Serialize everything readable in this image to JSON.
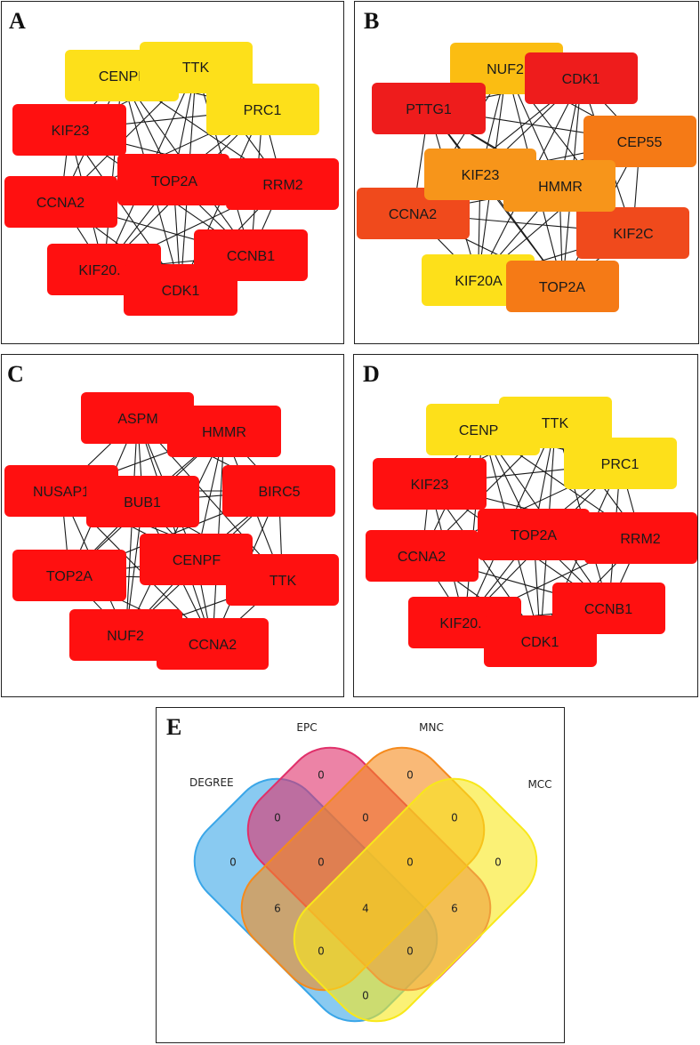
{
  "panels": {
    "a": {
      "label": "A",
      "colors": {
        "red": "#ff1010",
        "yellow": "#fde01a"
      },
      "nodes": [
        {
          "id": "CENPF",
          "label": "CENPF",
          "color": "yellow"
        },
        {
          "id": "TTK",
          "label": "TTK",
          "color": "yellow"
        },
        {
          "id": "PRC1",
          "label": "PRC1",
          "color": "yellow"
        },
        {
          "id": "KIF23",
          "label": "KIF23",
          "color": "red"
        },
        {
          "id": "TOP2A",
          "label": "TOP2A",
          "color": "red"
        },
        {
          "id": "RRM2",
          "label": "RRM2",
          "color": "red"
        },
        {
          "id": "CCNA2",
          "label": "CCNA2",
          "color": "red"
        },
        {
          "id": "CCNB1",
          "label": "CCNB1",
          "color": "red"
        },
        {
          "id": "KIF20A",
          "label": "KIF20.",
          "color": "red"
        },
        {
          "id": "CDK1",
          "label": "CDK1",
          "color": "red"
        }
      ]
    },
    "b": {
      "label": "B",
      "colors": {
        "red": "#ee1c1c",
        "orange_red": "#f04a1c",
        "orange": "#f57a16",
        "light_orange": "#f7951a",
        "amber": "#fbbd12",
        "yellow": "#fde01a"
      },
      "nodes": [
        {
          "id": "NUF2",
          "label": "NUF2",
          "color": "amber"
        },
        {
          "id": "CDK1",
          "label": "CDK1",
          "color": "red"
        },
        {
          "id": "PTTG1",
          "label": "PTTG1",
          "color": "red"
        },
        {
          "id": "CEP55",
          "label": "CEP55",
          "color": "orange"
        },
        {
          "id": "KIF23",
          "label": "KIF23",
          "color": "light_orange"
        },
        {
          "id": "HMMR",
          "label": "HMMR",
          "color": "light_orange"
        },
        {
          "id": "CCNA2",
          "label": "CCNA2",
          "color": "orange_red"
        },
        {
          "id": "KIF2C",
          "label": "KIF2C",
          "color": "orange_red"
        },
        {
          "id": "KIF20A",
          "label": "KIF20A",
          "color": "yellow"
        },
        {
          "id": "TOP2A",
          "label": "TOP2A",
          "color": "orange"
        }
      ]
    },
    "c": {
      "label": "C",
      "colors": {
        "red": "#ff1010"
      },
      "nodes": [
        {
          "id": "ASPM",
          "label": "ASPM",
          "color": "red"
        },
        {
          "id": "HMMR",
          "label": "HMMR",
          "color": "red"
        },
        {
          "id": "NUSAP1",
          "label": "NUSAP1",
          "color": "red"
        },
        {
          "id": "BUB1",
          "label": "BUB1",
          "color": "red"
        },
        {
          "id": "BIRC5",
          "label": "BIRC5",
          "color": "red"
        },
        {
          "id": "TOP2A",
          "label": "TOP2A",
          "color": "red"
        },
        {
          "id": "CENPF",
          "label": "CENPF",
          "color": "red"
        },
        {
          "id": "TTK",
          "label": "TTK",
          "color": "red"
        },
        {
          "id": "NUF2",
          "label": "NUF2",
          "color": "red"
        },
        {
          "id": "CCNA2",
          "label": "CCNA2",
          "color": "red"
        }
      ]
    },
    "d": {
      "label": "D",
      "colors": {
        "red": "#ff1010",
        "yellow": "#fde01a"
      },
      "nodes": [
        {
          "id": "CENPF",
          "label": "CENPF",
          "color": "yellow"
        },
        {
          "id": "TTK",
          "label": "TTK",
          "color": "yellow"
        },
        {
          "id": "PRC1",
          "label": "PRC1",
          "color": "yellow"
        },
        {
          "id": "KIF23",
          "label": "KIF23",
          "color": "red"
        },
        {
          "id": "TOP2A",
          "label": "TOP2A",
          "color": "red"
        },
        {
          "id": "RRM2",
          "label": "RRM2",
          "color": "red"
        },
        {
          "id": "CCNA2",
          "label": "CCNA2",
          "color": "red"
        },
        {
          "id": "CCNB1",
          "label": "CCNB1",
          "color": "red"
        },
        {
          "id": "KIF20A",
          "label": "KIF20.",
          "color": "red"
        },
        {
          "id": "CDK1",
          "label": "CDK1",
          "color": "red"
        }
      ]
    },
    "e": {
      "label": "E",
      "sets": [
        {
          "id": "degree",
          "name": "DEGREE",
          "color": "#3aa6e8"
        },
        {
          "id": "epc",
          "name": "EPC",
          "color": "#e0306a"
        },
        {
          "id": "mnc",
          "name": "MNC",
          "color": "#f58a1c"
        },
        {
          "id": "mcc",
          "name": "MCC",
          "color": "#f8e81a"
        }
      ],
      "regions": [
        {
          "id": "degree_only",
          "value": "0"
        },
        {
          "id": "epc_only",
          "value": "0"
        },
        {
          "id": "mnc_only",
          "value": "0"
        },
        {
          "id": "mcc_only",
          "value": "0"
        },
        {
          "id": "degree_epc",
          "value": "0"
        },
        {
          "id": "epc_mnc",
          "value": "0"
        },
        {
          "id": "mnc_mcc",
          "value": "0"
        },
        {
          "id": "degree_epc_mnc",
          "value": "0"
        },
        {
          "id": "epc_mnc_mcc",
          "value": "0"
        },
        {
          "id": "degree_mnc",
          "value": "6"
        },
        {
          "id": "all_four",
          "value": "4"
        },
        {
          "id": "epc_mcc",
          "value": "6"
        },
        {
          "id": "degree_mnc_mcc",
          "value": "0"
        },
        {
          "id": "degree_epc_mcc",
          "value": "0"
        },
        {
          "id": "degree_mcc",
          "value": "0"
        }
      ]
    }
  }
}
